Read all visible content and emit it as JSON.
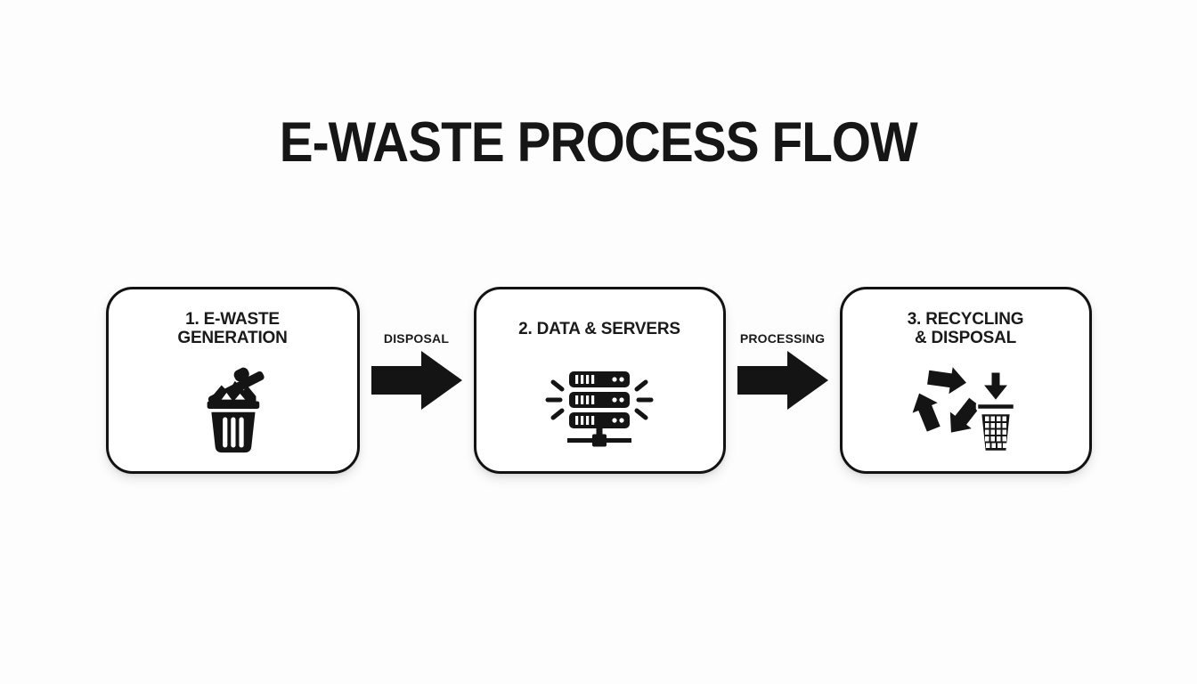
{
  "title": "E-WASTE PROCESS FLOW",
  "flow": {
    "steps": [
      {
        "label_line1": "1. E-WASTE",
        "label_line2": "GENERATION",
        "icon": "trash-icon"
      },
      {
        "label_line1": "2. DATA & SERVERS",
        "label_line2": "",
        "icon": "server-icon"
      },
      {
        "label_line1": "3. RECYCLING",
        "label_line2": "& DISPOSAL",
        "icon": "recycle-icon"
      }
    ],
    "connectors": [
      {
        "label": "DISPOSAL"
      },
      {
        "label": "PROCESSING"
      }
    ]
  },
  "colors": {
    "ink": "#141414",
    "background": "#fdfdfd",
    "box_background": "#ffffff",
    "box_border": "#121212"
  }
}
